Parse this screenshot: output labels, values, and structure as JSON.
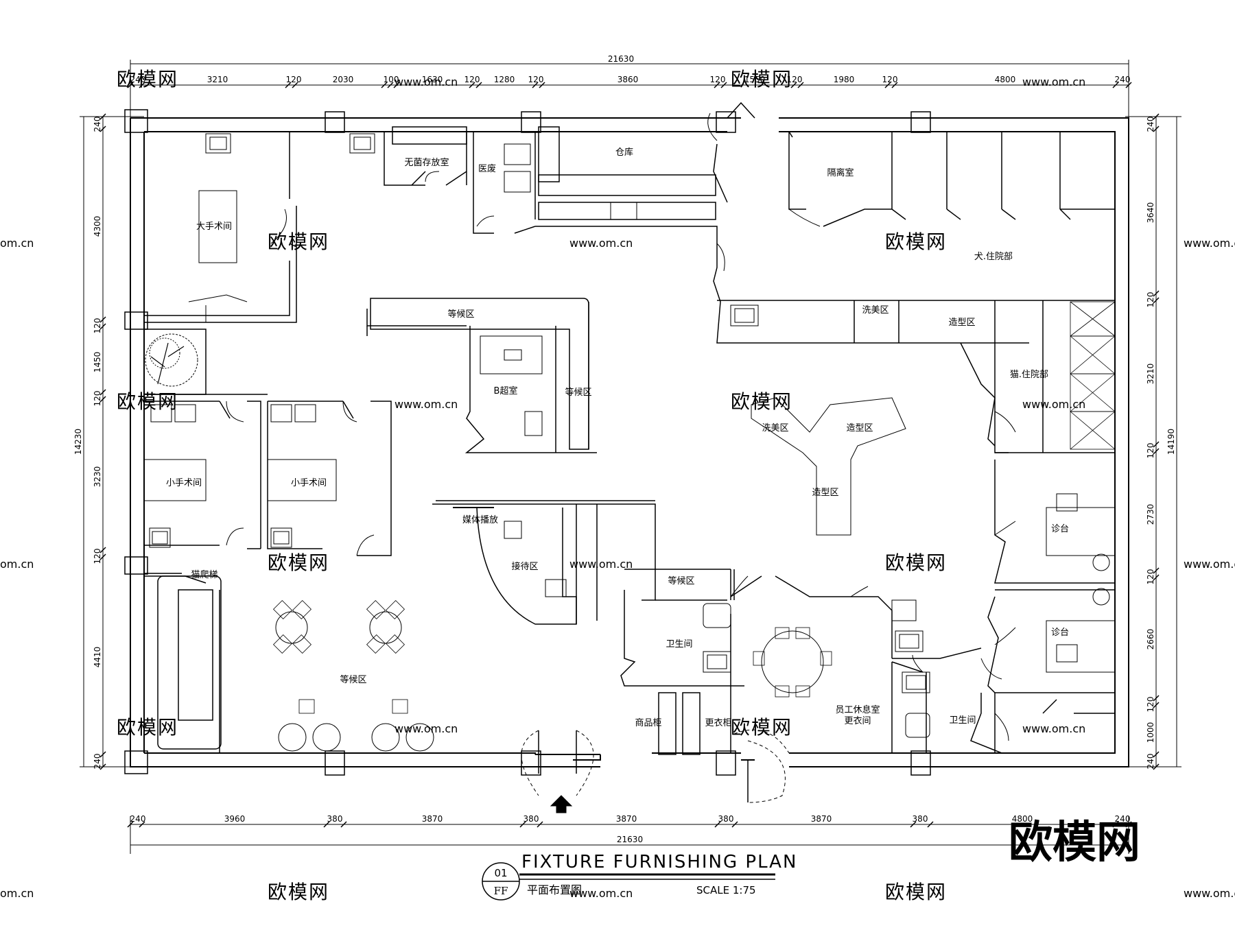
{
  "dimensions": {
    "top_total": "21630",
    "bottom_total": "21630",
    "top_segments": [
      "240",
      "3210",
      "120",
      "2030",
      "100",
      "1630",
      "120",
      "1280",
      "120",
      "3860",
      "120",
      "1550",
      "120",
      "1980",
      "120",
      "4800",
      "240"
    ],
    "bottom_segments": [
      "240",
      "3960",
      "380",
      "3870",
      "380",
      "3870",
      "380",
      "3870",
      "380",
      "4800",
      "240"
    ],
    "left_total": "14230",
    "left_segments": [
      "240",
      "4300",
      "120",
      "1450",
      "120",
      "3230",
      "120",
      "4410",
      "240"
    ],
    "right_total": "14190",
    "right_segments": [
      "240",
      "3640",
      "120",
      "3210",
      "120",
      "2730",
      "120",
      "2660",
      "120",
      "1000",
      "240"
    ]
  },
  "rooms": {
    "major_surgery": "大手术间",
    "sterile_storage": "无菌存放室",
    "medical_waste": "医废",
    "warehouse": "仓库",
    "isolation": "隔离室",
    "dog_ward": "犬.住院部",
    "waiting_top": "等候区",
    "ultrasound": "B超室",
    "waiting_right_of_b": "等候区",
    "wash_beauty_1": "洗美区",
    "styling_1": "造型区",
    "cat_ward": "猫.住院部",
    "wash_beauty_2": "洗美区",
    "styling_2": "造型区",
    "styling_3": "造型区",
    "minor_surgery_1": "小手术间",
    "minor_surgery_2": "小手术间",
    "media": "媒体播放",
    "reception": "接待区",
    "cat_ladder": "猫爬梯",
    "waiting_mid": "等候区",
    "restroom_mid": "卫生间",
    "waiting_main": "等候区",
    "exam_1": "诊台",
    "exam_2": "诊台",
    "staff_room_1": "员工休息室",
    "staff_room_2": "更衣间",
    "merch_cabinet": "商品柜",
    "locker": "更衣柜",
    "restroom_right": "卫生间"
  },
  "title": {
    "number": "01",
    "sheet_code": "FF",
    "english": "FIXTURE FURNISHING PLAN",
    "chinese": "平面布置图",
    "scale": "SCALE 1:75"
  },
  "watermark": {
    "text": "欧模网",
    "url": "www.om.cn",
    "url_short": "om.cn"
  }
}
